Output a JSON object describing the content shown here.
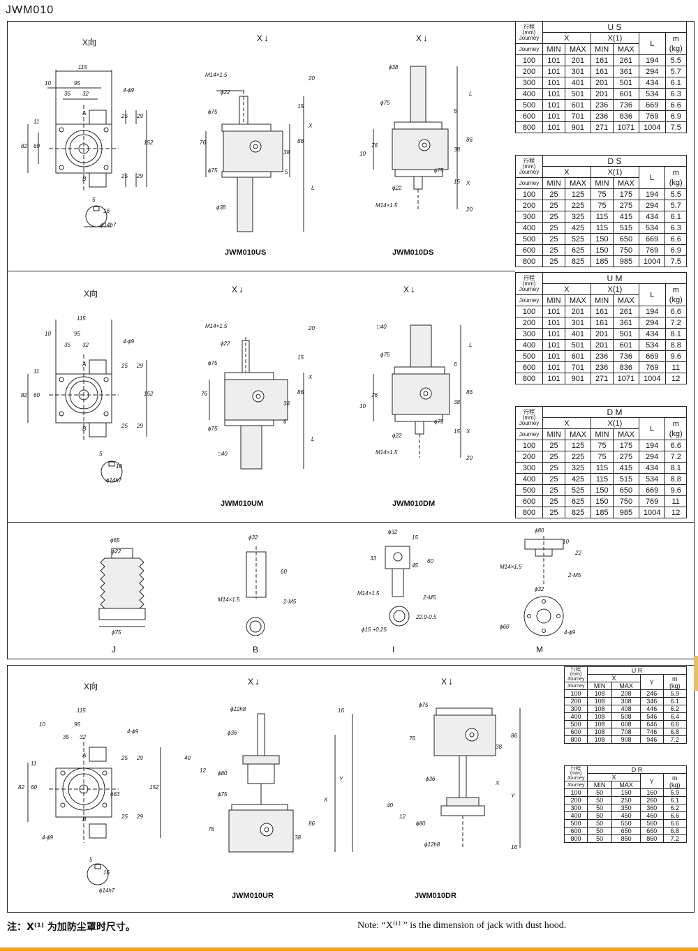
{
  "title": "JWM010",
  "view_label": "X向",
  "x_arrow": "X",
  "captions": {
    "us": "JWM010US",
    "ds": "JWM010DS",
    "um": "JWM010UM",
    "dm": "JWM010DM",
    "ur": "JWM010UR",
    "dr": "JWM010DR"
  },
  "parts": [
    "J",
    "B",
    "I",
    "M"
  ],
  "dims": {
    "d115": "115",
    "d10": "10",
    "d95": "95",
    "d35": "35",
    "d32": "32",
    "d4phi9": "4-ϕ9",
    "dA": "A",
    "dB": "B",
    "d25": "25",
    "d29": "29",
    "d11": "11",
    "d82": "82",
    "d60": "60",
    "d152": "152",
    "d5": "5",
    "d16": "16",
    "d14h7": "ϕ14h7",
    "m14": "M14×1.5",
    "phi22": "ϕ22",
    "phi75": "ϕ75",
    "phi38": "ϕ38",
    "sq40": "□40",
    "d20": "20",
    "d15": "15",
    "dX": "X",
    "d76": "76",
    "d86": "86",
    "d38": "38",
    "dL": "L",
    "d6": "6",
    "phi65": "ϕ65",
    "phi32": "ϕ32",
    "phi80": "ϕ80",
    "phi60": "ϕ60",
    "phi63": "ϕ63",
    "d2M5": "2-M5",
    "d33": "33",
    "d45": "45",
    "d22": "22",
    "d22p": "22.9-0.5",
    "phi15": "ϕ15 +0.25",
    "phi12": "ϕ12h8",
    "phi36": "ϕ36",
    "d40": "40",
    "d12": "12",
    "dY": "Y"
  },
  "table_headers": {
    "journey_cn": "行程",
    "journey_mm": "(mm)",
    "journey_en": "Journey",
    "x": "X",
    "x1": "X(1)",
    "min": "MIN",
    "max": "MAX",
    "l": "L",
    "y": "Y",
    "m": "m",
    "kg": "(kg)"
  },
  "tables": {
    "us": {
      "name": "U S",
      "rows": [
        [
          "100",
          "101",
          "201",
          "161",
          "261",
          "194",
          "5.5"
        ],
        [
          "200",
          "101",
          "301",
          "161",
          "361",
          "294",
          "5.7"
        ],
        [
          "300",
          "101",
          "401",
          "201",
          "501",
          "434",
          "6.1"
        ],
        [
          "400",
          "101",
          "501",
          "201",
          "601",
          "534",
          "6.3"
        ],
        [
          "500",
          "101",
          "601",
          "236",
          "736",
          "669",
          "6.6"
        ],
        [
          "600",
          "101",
          "701",
          "236",
          "836",
          "769",
          "6.9"
        ],
        [
          "800",
          "101",
          "901",
          "271",
          "1071",
          "1004",
          "7.5"
        ]
      ]
    },
    "ds": {
      "name": "D S",
      "rows": [
        [
          "100",
          "25",
          "125",
          "75",
          "175",
          "194",
          "5.5"
        ],
        [
          "200",
          "25",
          "225",
          "75",
          "275",
          "294",
          "5.7"
        ],
        [
          "300",
          "25",
          "325",
          "115",
          "415",
          "434",
          "6.1"
        ],
        [
          "400",
          "25",
          "425",
          "115",
          "515",
          "534",
          "6.3"
        ],
        [
          "500",
          "25",
          "525",
          "150",
          "650",
          "669",
          "6.6"
        ],
        [
          "600",
          "25",
          "625",
          "150",
          "750",
          "769",
          "6.9"
        ],
        [
          "800",
          "25",
          "825",
          "185",
          "985",
          "1004",
          "7.5"
        ]
      ]
    },
    "um": {
      "name": "U M",
      "rows": [
        [
          "100",
          "101",
          "201",
          "161",
          "261",
          "194",
          "6.6"
        ],
        [
          "200",
          "101",
          "301",
          "161",
          "361",
          "294",
          "7.2"
        ],
        [
          "300",
          "101",
          "401",
          "201",
          "501",
          "434",
          "8.1"
        ],
        [
          "400",
          "101",
          "501",
          "201",
          "601",
          "534",
          "8.8"
        ],
        [
          "500",
          "101",
          "601",
          "236",
          "736",
          "669",
          "9.6"
        ],
        [
          "600",
          "101",
          "701",
          "236",
          "836",
          "769",
          "11"
        ],
        [
          "800",
          "101",
          "901",
          "271",
          "1071",
          "1004",
          "12"
        ]
      ]
    },
    "dm": {
      "name": "D M",
      "rows": [
        [
          "100",
          "25",
          "125",
          "75",
          "175",
          "194",
          "6.6"
        ],
        [
          "200",
          "25",
          "225",
          "75",
          "275",
          "294",
          "7.2"
        ],
        [
          "300",
          "25",
          "325",
          "115",
          "415",
          "434",
          "8.1"
        ],
        [
          "400",
          "25",
          "425",
          "115",
          "515",
          "534",
          "8.8"
        ],
        [
          "500",
          "25",
          "525",
          "150",
          "650",
          "669",
          "9.6"
        ],
        [
          "600",
          "25",
          "625",
          "150",
          "750",
          "769",
          "11"
        ],
        [
          "800",
          "25",
          "825",
          "185",
          "985",
          "1004",
          "12"
        ]
      ]
    },
    "ur": {
      "name": "U R",
      "rows": [
        [
          "100",
          "108",
          "208",
          "246",
          "5.9"
        ],
        [
          "200",
          "108",
          "308",
          "346",
          "6.1"
        ],
        [
          "300",
          "108",
          "408",
          "446",
          "6.2"
        ],
        [
          "400",
          "108",
          "508",
          "546",
          "6.4"
        ],
        [
          "500",
          "108",
          "608",
          "646",
          "6.6"
        ],
        [
          "600",
          "108",
          "708",
          "746",
          "6.8"
        ],
        [
          "800",
          "108",
          "908",
          "946",
          "7.2"
        ]
      ]
    },
    "dr": {
      "name": "D R",
      "rows": [
        [
          "100",
          "50",
          "150",
          "160",
          "5.9"
        ],
        [
          "200",
          "50",
          "250",
          "260",
          "6.1"
        ],
        [
          "300",
          "50",
          "350",
          "360",
          "6.2"
        ],
        [
          "400",
          "50",
          "450",
          "460",
          "6.6"
        ],
        [
          "500",
          "50",
          "550",
          "560",
          "6.6"
        ],
        [
          "600",
          "50",
          "650",
          "660",
          "6.8"
        ],
        [
          "800",
          "50",
          "850",
          "860",
          "7.2"
        ]
      ]
    }
  },
  "note_cn": "注：X⁽¹⁾ 为加防尘罩时尺寸。",
  "note_en": "Note: “X⁽¹⁾ ” is the dimension of jack with dust hood."
}
